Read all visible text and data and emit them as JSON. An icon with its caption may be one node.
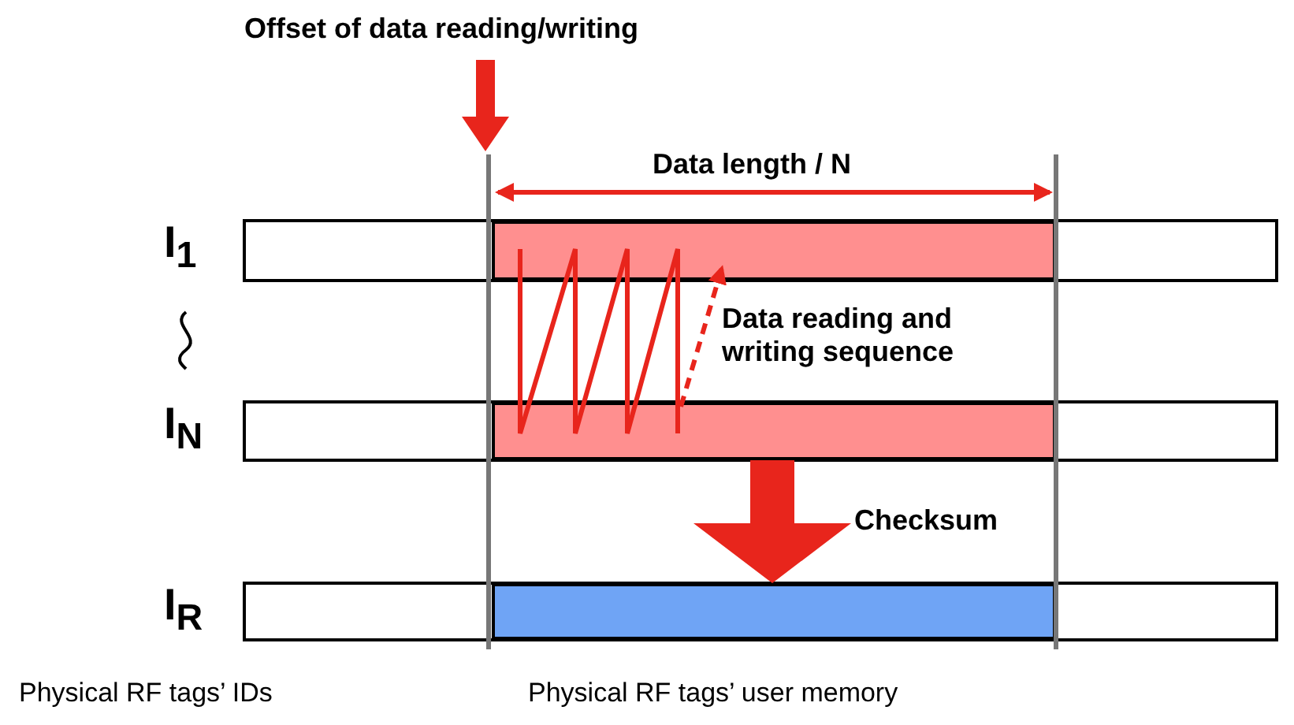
{
  "diagram": {
    "nodes": [
      {
        "text": [],
        "shape": "bar"
      },
      {
        "text": [],
        "shape": "bar"
      },
      {
        "text": [],
        "shape": "bar"
      }
    ],
    "edges": [
      {
        "from": 1,
        "to": 2,
        "arrow": "to",
        "label": "Checksum",
        "style": "thick"
      },
      {
        "from": 1,
        "to": 0,
        "arrow": "to",
        "label": "Data reading and writing sequence"
      }
    ],
    "labels": [
      "Offset of data reading/writing",
      "Data length / N",
      "I$_{1}$",
      "I$_{N}$",
      "I$_{R}$",
      "Physical RF tags’ IDs",
      "Physical RF tags’ user memory"
    ]
  }
}
